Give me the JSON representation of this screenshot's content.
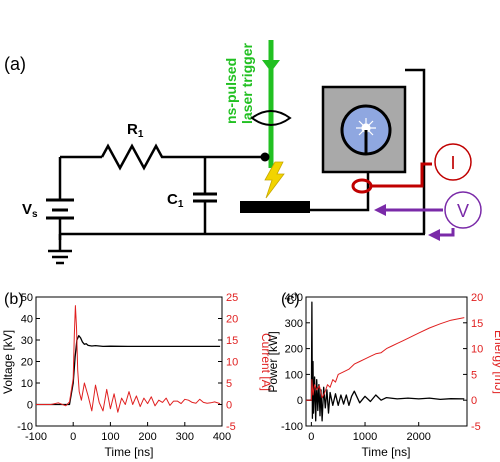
{
  "panel_a": {
    "label": "(a)",
    "laser_line1": "ns-pulsed",
    "laser_line2": "laser trigger",
    "r_label": "R",
    "r_sub": "1",
    "c_label": "C",
    "c_sub": "1",
    "v_label": "V",
    "v_sub": "s",
    "current_meter": "I",
    "voltage_meter": "V",
    "colors": {
      "laser": "#22c022",
      "current": "#c00000",
      "voltage": "#7a2aa8",
      "chamber": "#a9a9a9",
      "bubble": "#8fa7e0",
      "spark": "#f2d400"
    }
  },
  "chart_data": [
    {
      "panel": "(b)",
      "type": "line",
      "xlabel": "Time [ns]",
      "ylabel": "Voltage [kV]",
      "y2label": "Current [A]",
      "xlim": [
        -100,
        400
      ],
      "ylim": [
        -10,
        50
      ],
      "y2lim": [
        -5,
        25
      ],
      "xticks": [
        "-100",
        "0",
        "100",
        "200",
        "300",
        "400"
      ],
      "yticks": [
        "-10",
        "0",
        "10",
        "20",
        "30",
        "40",
        "50"
      ],
      "y2ticks": [
        "-5",
        "0",
        "5",
        "10",
        "15",
        "20",
        "25"
      ],
      "series": [
        {
          "axis": "left",
          "color": "#000000",
          "x": [
            -100,
            -10,
            0,
            5,
            10,
            15,
            20,
            25,
            30,
            35,
            40,
            50,
            60,
            80,
            100,
            150,
            200,
            250,
            300,
            350,
            395
          ],
          "y": [
            0,
            0,
            10,
            22,
            30,
            32,
            31,
            29,
            28,
            28.3,
            27.5,
            27.2,
            27.4,
            27,
            27.1,
            27,
            27,
            27,
            27,
            27,
            27
          ]
        },
        {
          "axis": "right",
          "color": "#e02020",
          "x": [
            -100,
            -60,
            -40,
            -20,
            -10,
            0,
            3,
            6,
            9,
            12,
            16,
            22,
            30,
            40,
            50,
            60,
            70,
            80,
            90,
            100,
            110,
            120,
            130,
            140,
            150,
            160,
            170,
            180,
            190,
            200,
            210,
            220,
            230,
            240,
            250,
            260,
            270,
            280,
            290,
            300,
            310,
            320,
            330,
            340,
            350,
            360,
            370,
            380,
            395
          ],
          "y": [
            0,
            0,
            0.4,
            -0.3,
            0.6,
            6,
            16,
            23,
            18,
            8,
            3,
            1,
            5,
            2,
            -1.5,
            4.5,
            0.5,
            -1.5,
            3.5,
            -1,
            2.5,
            -1.8,
            1.5,
            0,
            3,
            0,
            2,
            -0.5,
            1.5,
            0.2,
            1.8,
            -0.3,
            1,
            0.5,
            1.5,
            -0.2,
            0.8,
            0.8,
            0.2,
            1.2,
            1,
            0.5,
            0.3,
            1.2,
            0.5,
            0.3,
            0.4,
            0.6,
            0.2
          ]
        }
      ]
    },
    {
      "panel": "(c)",
      "type": "line",
      "xlabel": "Time [ns]",
      "ylabel": "Power [kW]",
      "y2label": "Energy [mJ]",
      "xlim": [
        -100,
        2900
      ],
      "ylim": [
        -100,
        400
      ],
      "y2lim": [
        -5,
        20
      ],
      "xticks": [
        "0",
        "1000",
        "2000"
      ],
      "yticks": [
        "-100",
        "0",
        "100",
        "200",
        "300",
        "400"
      ],
      "y2ticks": [
        "-5",
        "0",
        "5",
        "10",
        "15",
        "20"
      ],
      "series": [
        {
          "axis": "left",
          "color": "#000000",
          "x": [
            -100,
            0,
            10,
            20,
            30,
            40,
            60,
            80,
            100,
            120,
            140,
            160,
            180,
            200,
            230,
            260,
            290,
            320,
            350,
            400,
            450,
            500,
            550,
            600,
            650,
            700,
            750,
            800,
            900,
            1000,
            1100,
            1200,
            1300,
            1400,
            1600,
            1800,
            2000,
            2200,
            2400,
            2600,
            2850
          ],
          "y": [
            0,
            0,
            380,
            -70,
            150,
            -50,
            90,
            -80,
            80,
            -40,
            60,
            -60,
            40,
            -80,
            50,
            -30,
            40,
            -50,
            30,
            -20,
            25,
            -20,
            20,
            -15,
            20,
            -20,
            15,
            35,
            -10,
            15,
            -5,
            20,
            0,
            10,
            5,
            8,
            5,
            8,
            3,
            6,
            5
          ]
        },
        {
          "axis": "right",
          "color": "#e02020",
          "x": [
            -100,
            0,
            10,
            30,
            60,
            100,
            150,
            200,
            250,
            300,
            350,
            400,
            450,
            500,
            600,
            700,
            800,
            900,
            1000,
            1100,
            1200,
            1300,
            1400,
            1500,
            1600,
            1700,
            1800,
            1900,
            2000,
            2200,
            2400,
            2600,
            2850
          ],
          "y": [
            0,
            0,
            4,
            1,
            3,
            2,
            2.8,
            0.5,
            1.5,
            3,
            2.5,
            4,
            3.5,
            5,
            5.5,
            6,
            7,
            7.5,
            8,
            8.5,
            9,
            9.2,
            10,
            10.5,
            11,
            11.5,
            12,
            12.5,
            13,
            14,
            14.8,
            15.5,
            16
          ]
        }
      ]
    }
  ]
}
